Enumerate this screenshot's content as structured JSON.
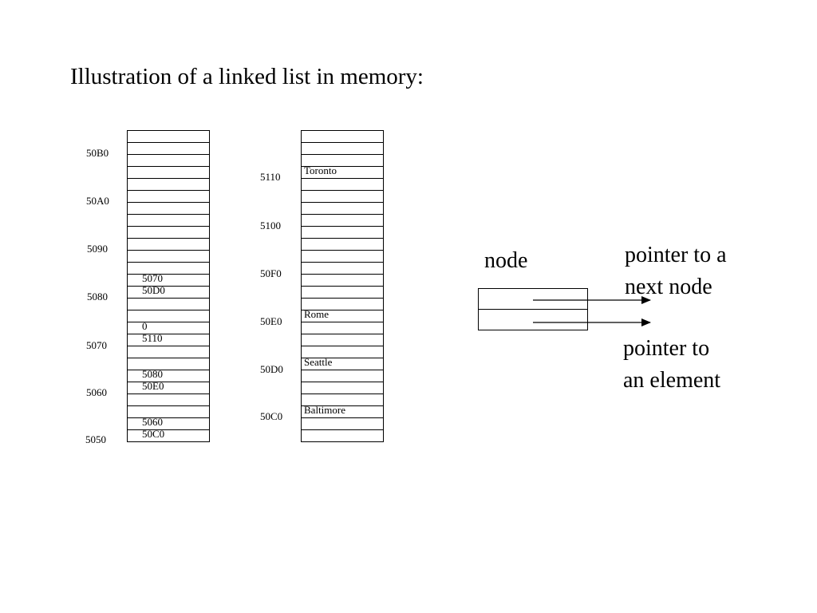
{
  "title": "Illustration of a linked list in memory:",
  "left_column": {
    "addresses": [
      "50B0",
      "50A0",
      "5090",
      "5080",
      "5070",
      "5060",
      "5050"
    ],
    "cells": [
      {
        "row": 12,
        "text": "5070"
      },
      {
        "row": 13,
        "text": "50D0"
      },
      {
        "row": 16,
        "text": "0"
      },
      {
        "row": 17,
        "text": "5110"
      },
      {
        "row": 20,
        "text": "5080"
      },
      {
        "row": 21,
        "text": "50E0"
      },
      {
        "row": 24,
        "text": "5060"
      },
      {
        "row": 25,
        "text": "50C0"
      }
    ]
  },
  "right_column": {
    "addresses": [
      "5110",
      "5100",
      "50F0",
      "50E0",
      "50D0",
      "50C0"
    ],
    "cells": [
      {
        "row": 3,
        "text": "Toronto"
      },
      {
        "row": 15,
        "text": "Rome"
      },
      {
        "row": 19,
        "text": "Seattle"
      },
      {
        "row": 23,
        "text": "Baltimore"
      }
    ]
  },
  "node": {
    "label": "node",
    "next_pointer_label": [
      "pointer to a",
      "next node"
    ],
    "element_pointer_label": [
      "pointer to",
      "an element"
    ]
  }
}
